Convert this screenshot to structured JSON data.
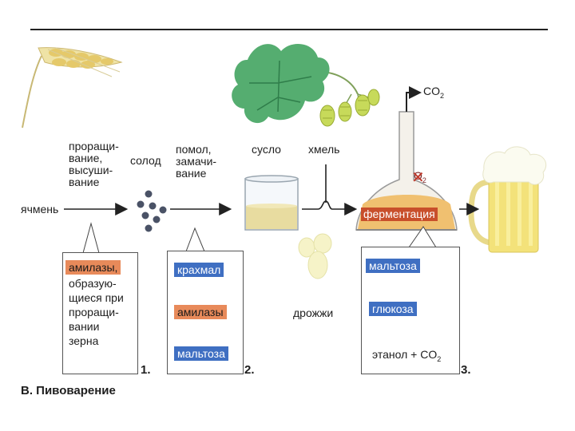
{
  "colors": {
    "orange_chip": "#e88a5a",
    "blue_chip": "#3f6fc2",
    "line": "#222222",
    "wort": "#e8dca0",
    "beer": "#f3e27a",
    "foam": "#fbfbf0",
    "fermenter_liquid": "#f0c070",
    "leaf": "#4fa86a",
    "hop_cone": "#c9dc58"
  },
  "labels": {
    "barley": "ячмень",
    "germination": [
      "проращи-",
      "вание,",
      "высуши-",
      "вание"
    ],
    "malt": "солод",
    "milling": [
      "помол,",
      "замачи-",
      "вание"
    ],
    "wort": "сусло",
    "hops": "хмель",
    "yeast": "дрожжи",
    "co2_top": "CO",
    "co2_top_sub": "2",
    "fermentation": "ферментация",
    "o2": "O",
    "o2_sub": "2"
  },
  "box1": {
    "chip": "амилазы,",
    "text": [
      "образую-",
      "щиеся при",
      "проращи-",
      "вании",
      "зерна"
    ],
    "number": "1."
  },
  "box2": {
    "items": [
      "крахмал",
      "амилазы",
      "мальтоза"
    ],
    "number": "2."
  },
  "box3": {
    "items": [
      "мальтоза",
      "глюкоза"
    ],
    "product": "этанол + CO",
    "product_sub": "2",
    "number": "3."
  },
  "caption": "В. Пивоварение",
  "icons": {
    "barley": "barley-ear-icon",
    "malt": "malt-grains-icon",
    "wort": "wort-beaker-icon",
    "hops": "hop-plant-icon",
    "yeast": "yeast-cells-icon",
    "fermenter": "fermentation-flask-icon",
    "beer": "beer-mug-icon"
  }
}
